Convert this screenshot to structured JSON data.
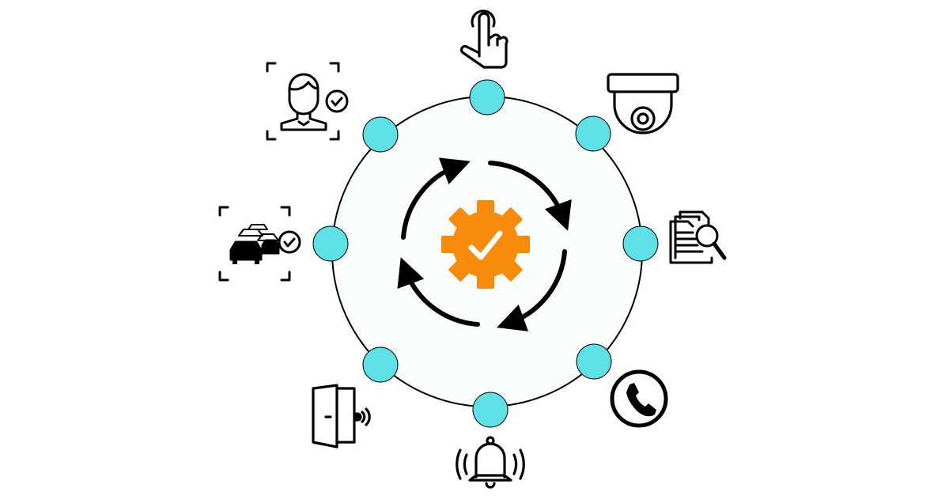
{
  "colors": {
    "background": "#ffffff",
    "ring_fill": "#fbfdfd",
    "ring_stroke": "#000000",
    "node": "#5de1e6",
    "gear": "#f78c0a",
    "check": "#ffffff",
    "ink": "#000000"
  },
  "center": {
    "icon": "gear-check-icon",
    "cycle": "circular-arrows-icon"
  },
  "nodes": [
    {
      "id": "top",
      "icon": "touch-finger-icon"
    },
    {
      "id": "top-right",
      "icon": "security-camera-icon"
    },
    {
      "id": "right",
      "icon": "document-search-icon"
    },
    {
      "id": "bottom-right",
      "icon": "phone-icon"
    },
    {
      "id": "bottom",
      "icon": "alarm-bell-icon"
    },
    {
      "id": "bottom-left",
      "icon": "door-sensor-icon"
    },
    {
      "id": "left",
      "icon": "vehicle-recognition-icon"
    },
    {
      "id": "top-left",
      "icon": "face-recognition-icon"
    }
  ]
}
